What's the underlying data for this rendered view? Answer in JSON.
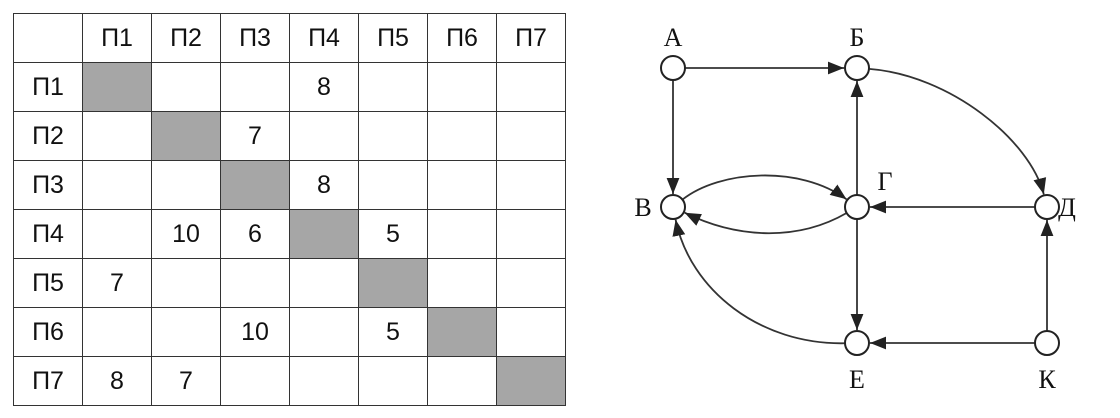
{
  "table": {
    "headers": [
      "",
      "П1",
      "П2",
      "П3",
      "П4",
      "П5",
      "П6",
      "П7"
    ],
    "rows": [
      {
        "label": "П1",
        "cells": [
          "",
          "",
          "",
          "8",
          "",
          "",
          ""
        ]
      },
      {
        "label": "П2",
        "cells": [
          "",
          "",
          "7",
          "",
          "",
          "",
          ""
        ]
      },
      {
        "label": "П3",
        "cells": [
          "",
          "",
          "",
          "8",
          "",
          "",
          ""
        ]
      },
      {
        "label": "П4",
        "cells": [
          "",
          "10",
          "6",
          "",
          "5",
          "",
          ""
        ]
      },
      {
        "label": "П5",
        "cells": [
          "7",
          "",
          "",
          "",
          "",
          "",
          ""
        ]
      },
      {
        "label": "П6",
        "cells": [
          "",
          "",
          "10",
          "",
          "5",
          "",
          ""
        ]
      },
      {
        "label": "П7",
        "cells": [
          "8",
          "7",
          "",
          "",
          "",
          "",
          ""
        ]
      }
    ]
  },
  "graph": {
    "nodes": [
      "А",
      "Б",
      "В",
      "Г",
      "Д",
      "Е",
      "К"
    ],
    "edges": [
      {
        "from": "А",
        "to": "Б"
      },
      {
        "from": "А",
        "to": "В"
      },
      {
        "from": "Б",
        "to": "Д"
      },
      {
        "from": "Г",
        "to": "Б"
      },
      {
        "from": "В",
        "to": "Г"
      },
      {
        "from": "Г",
        "to": "В"
      },
      {
        "from": "Д",
        "to": "Г"
      },
      {
        "from": "Г",
        "to": "Е"
      },
      {
        "from": "К",
        "to": "Е"
      },
      {
        "from": "К",
        "to": "Д"
      },
      {
        "from": "Е",
        "to": "В"
      }
    ]
  }
}
